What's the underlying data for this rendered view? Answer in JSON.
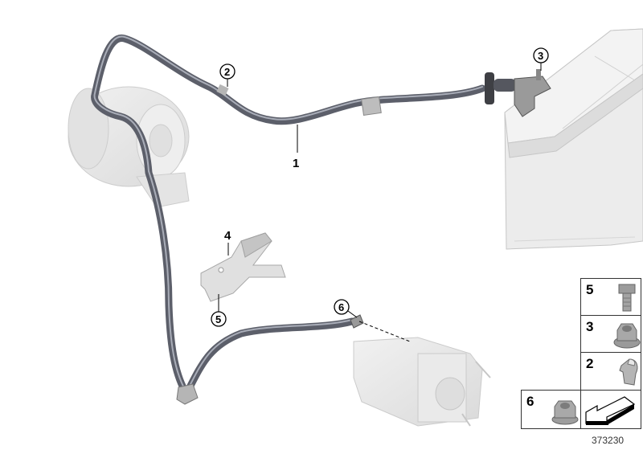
{
  "diagram": {
    "id_number": "373230",
    "callouts": [
      {
        "num": "1",
        "style": "plain",
        "part": "battery cable"
      },
      {
        "num": "2",
        "style": "circled",
        "part": "cable clip"
      },
      {
        "num": "3",
        "style": "circled",
        "part": "hex nut with flange"
      },
      {
        "num": "4",
        "style": "plain",
        "part": "cable holder"
      },
      {
        "num": "5",
        "style": "circled",
        "part": "hex bolt"
      },
      {
        "num": "6",
        "style": "circled",
        "part": "hex nut"
      }
    ],
    "legend": {
      "cells": [
        {
          "num": "5",
          "icon": "hex-bolt-icon"
        },
        {
          "num": "3",
          "icon": "flange-nut-icon"
        },
        {
          "num": "2",
          "icon": "cable-clip-icon"
        },
        {
          "num": "6",
          "icon": "hex-nut-icon"
        },
        {
          "num": "",
          "icon": "front-direction-arrow-icon"
        }
      ]
    },
    "components": [
      "alternator",
      "battery",
      "starter-motor",
      "cable-holder"
    ],
    "colors": {
      "cable": "#5c5f6a",
      "cable_highlight": "#a9adb8",
      "ghost_part": "#e6e6e6",
      "ghost_edge": "#c8c8c8",
      "text": "#000000",
      "border": "#333333"
    }
  }
}
